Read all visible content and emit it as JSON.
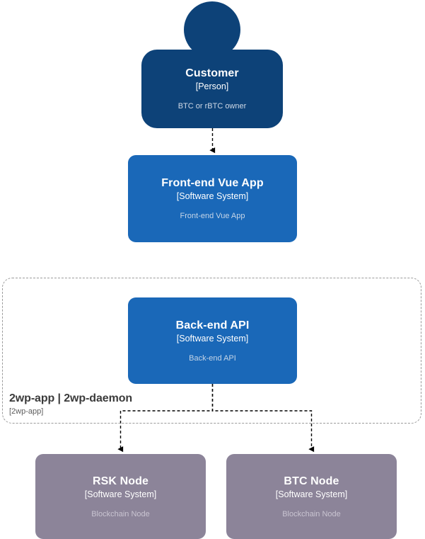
{
  "diagram": {
    "type": "c4-context-diagram",
    "colors": {
      "person_fill": "#0d4278",
      "system_fill": "#1a68b8",
      "node_fill": "#8c8499",
      "boundary_border": "#9a9a9a",
      "connector": "#000000",
      "text_primary": "#ffffff",
      "text_description": "#c5d5e7"
    },
    "elements": [
      {
        "id": "customer",
        "shape": "person",
        "title": "Customer",
        "type_label": "[Person]",
        "description": "BTC or rBTC owner"
      },
      {
        "id": "frontend",
        "shape": "system",
        "title": "Front-end Vue App",
        "type_label": "[Software System]",
        "description": "Front-end Vue App"
      },
      {
        "id": "backend",
        "shape": "system",
        "title": "Back-end API",
        "type_label": "[Software System]",
        "description": "Back-end API"
      },
      {
        "id": "rsk_node",
        "shape": "node",
        "title": "RSK Node",
        "type_label": "[Software System]",
        "description": "Blockchain Node"
      },
      {
        "id": "btc_node",
        "shape": "node",
        "title": "BTC Node",
        "type_label": "[Software System]",
        "description": "Blockchain Node"
      }
    ],
    "boundary": {
      "id": "boundary_2wp",
      "title": "2wp-app | 2wp-daemon",
      "subtitle": "[2wp-app]"
    },
    "connectors": [
      {
        "id": "customer-to-frontend",
        "from": "customer",
        "to": "frontend",
        "style": "dashed",
        "arrow": "end"
      },
      {
        "id": "backend-to-rsk",
        "from": "backend",
        "to": "rsk_node",
        "style": "dashed",
        "arrow": "end"
      },
      {
        "id": "backend-to-btc",
        "from": "backend",
        "to": "btc_node",
        "style": "dashed",
        "arrow": "end"
      }
    ]
  }
}
